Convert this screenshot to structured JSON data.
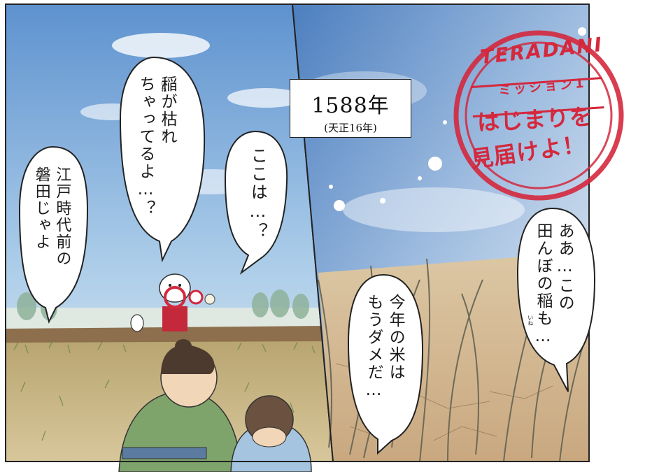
{
  "caption": {
    "year": "1588年",
    "era": "(天正16年)"
  },
  "bubbles": {
    "left_1": "江戸時代前の\n磐田じゃよ",
    "left_2": "稲が枯れ\nちゃってるよ…？",
    "left_3": "ここは…？",
    "right_1": "ああ…この\n田んぼの稲も…",
    "right_2": "今年の米は\nもうダメだ…"
  },
  "furigana": {
    "ine_reading": "いね",
    "ka_reading": "か",
    "ine_reading_2": "いね"
  },
  "stamp": {
    "brand": "TERADANI",
    "mission": "ミッション1",
    "line1": "はじまりを",
    "line2": "見届けよ！"
  },
  "colors": {
    "stamp": "#d4283d",
    "sky_top": "#6b9bd3",
    "field": "#c9b27a"
  }
}
